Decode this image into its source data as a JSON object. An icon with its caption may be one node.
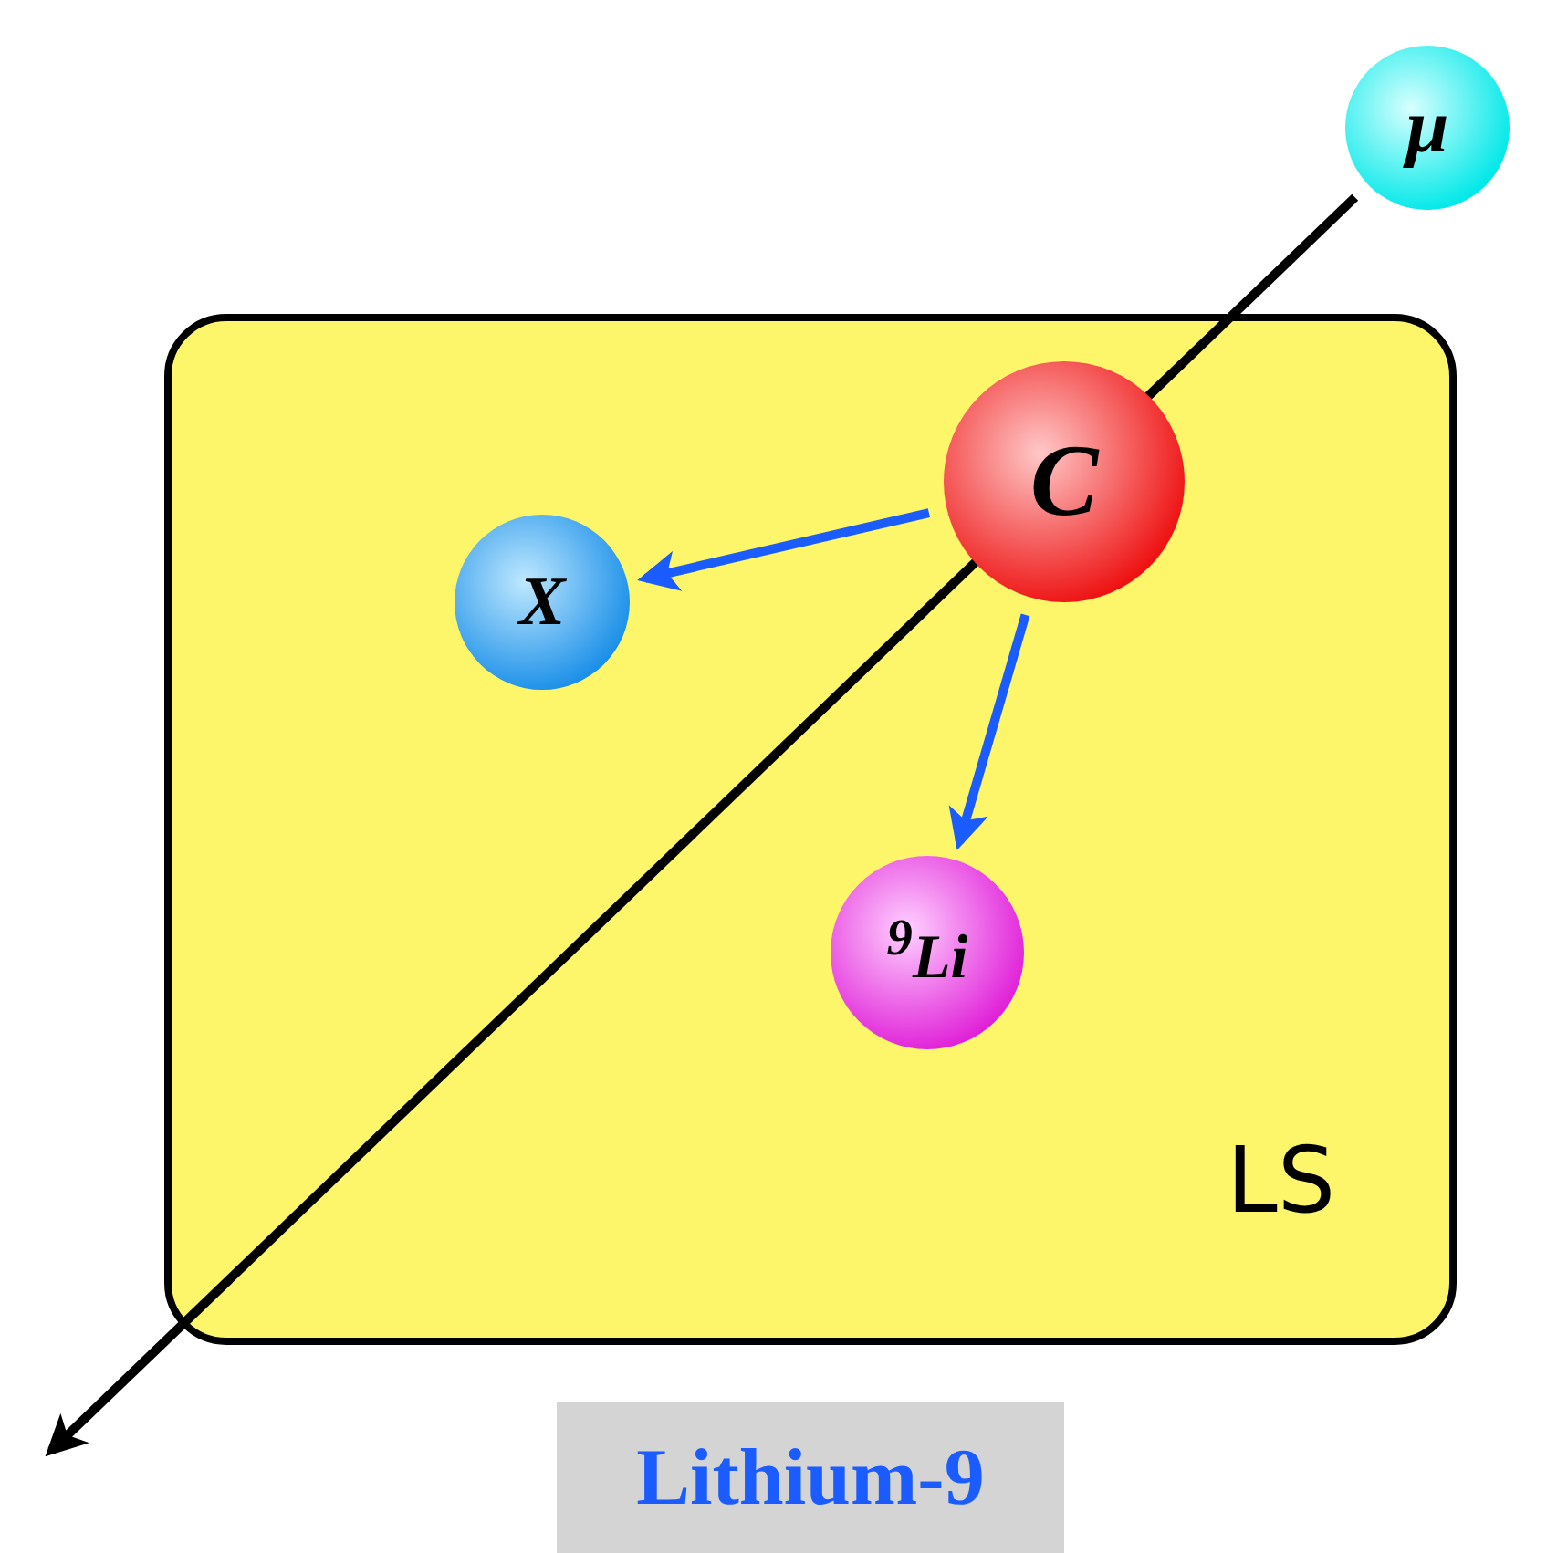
{
  "diagram": {
    "caption": "Lithium-9",
    "nodes": [
      {
        "text": [
          "LS"
        ]
      },
      {
        "text": [
          "μ"
        ]
      },
      {
        "text": [
          "C"
        ],
        "in": 0
      },
      {
        "text": [
          "X"
        ],
        "in": 0
      },
      {
        "text": [
          "$^{9}$Li"
        ],
        "in": 0
      }
    ],
    "edges": [
      {
        "from": 1,
        "to": null,
        "arrow": "to",
        "color": "#000000"
      },
      {
        "from": 2,
        "to": 3,
        "arrow": "to"
      },
      {
        "from": 2,
        "to": 4,
        "arrow": "to"
      }
    ]
  }
}
